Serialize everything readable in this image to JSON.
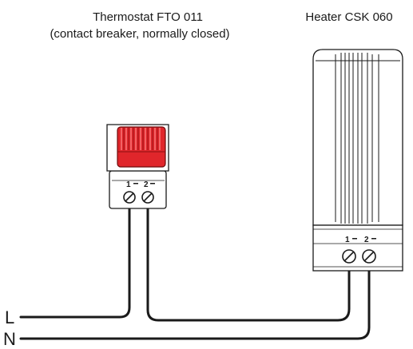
{
  "thermostat": {
    "title": "Thermostat FTO 011",
    "subtitle": "(contact breaker, normally closed)",
    "terminal_1": "1",
    "terminal_2": "2",
    "knob_color": "#e0262b"
  },
  "heater": {
    "title": "Heater CSK 060",
    "terminal_1": "1",
    "terminal_2": "2"
  },
  "lines": {
    "live": "L",
    "neutral": "N"
  }
}
